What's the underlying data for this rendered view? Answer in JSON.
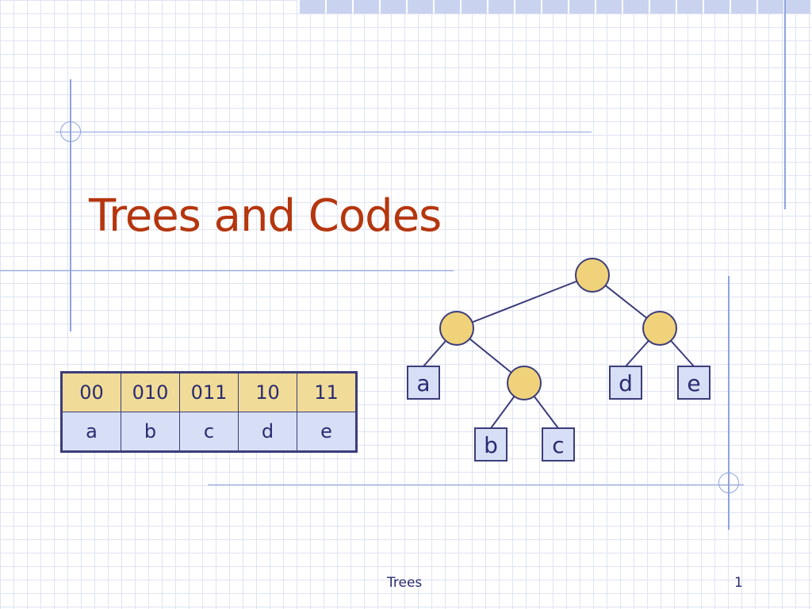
{
  "slide": {
    "title": "Trees and Codes",
    "footer": "Trees",
    "page_number": "1"
  },
  "code_table": {
    "codes": [
      "00",
      "010",
      "011",
      "10",
      "11"
    ],
    "symbols": [
      "a",
      "b",
      "c",
      "d",
      "e"
    ]
  },
  "tree": {
    "leaves": [
      "a",
      "b",
      "c",
      "d",
      "e"
    ]
  },
  "colors": {
    "title": "#b5360e",
    "node_fill": "#f0d27a",
    "edge": "#3c3c7a",
    "leaf_fill": "#d7dff6"
  }
}
